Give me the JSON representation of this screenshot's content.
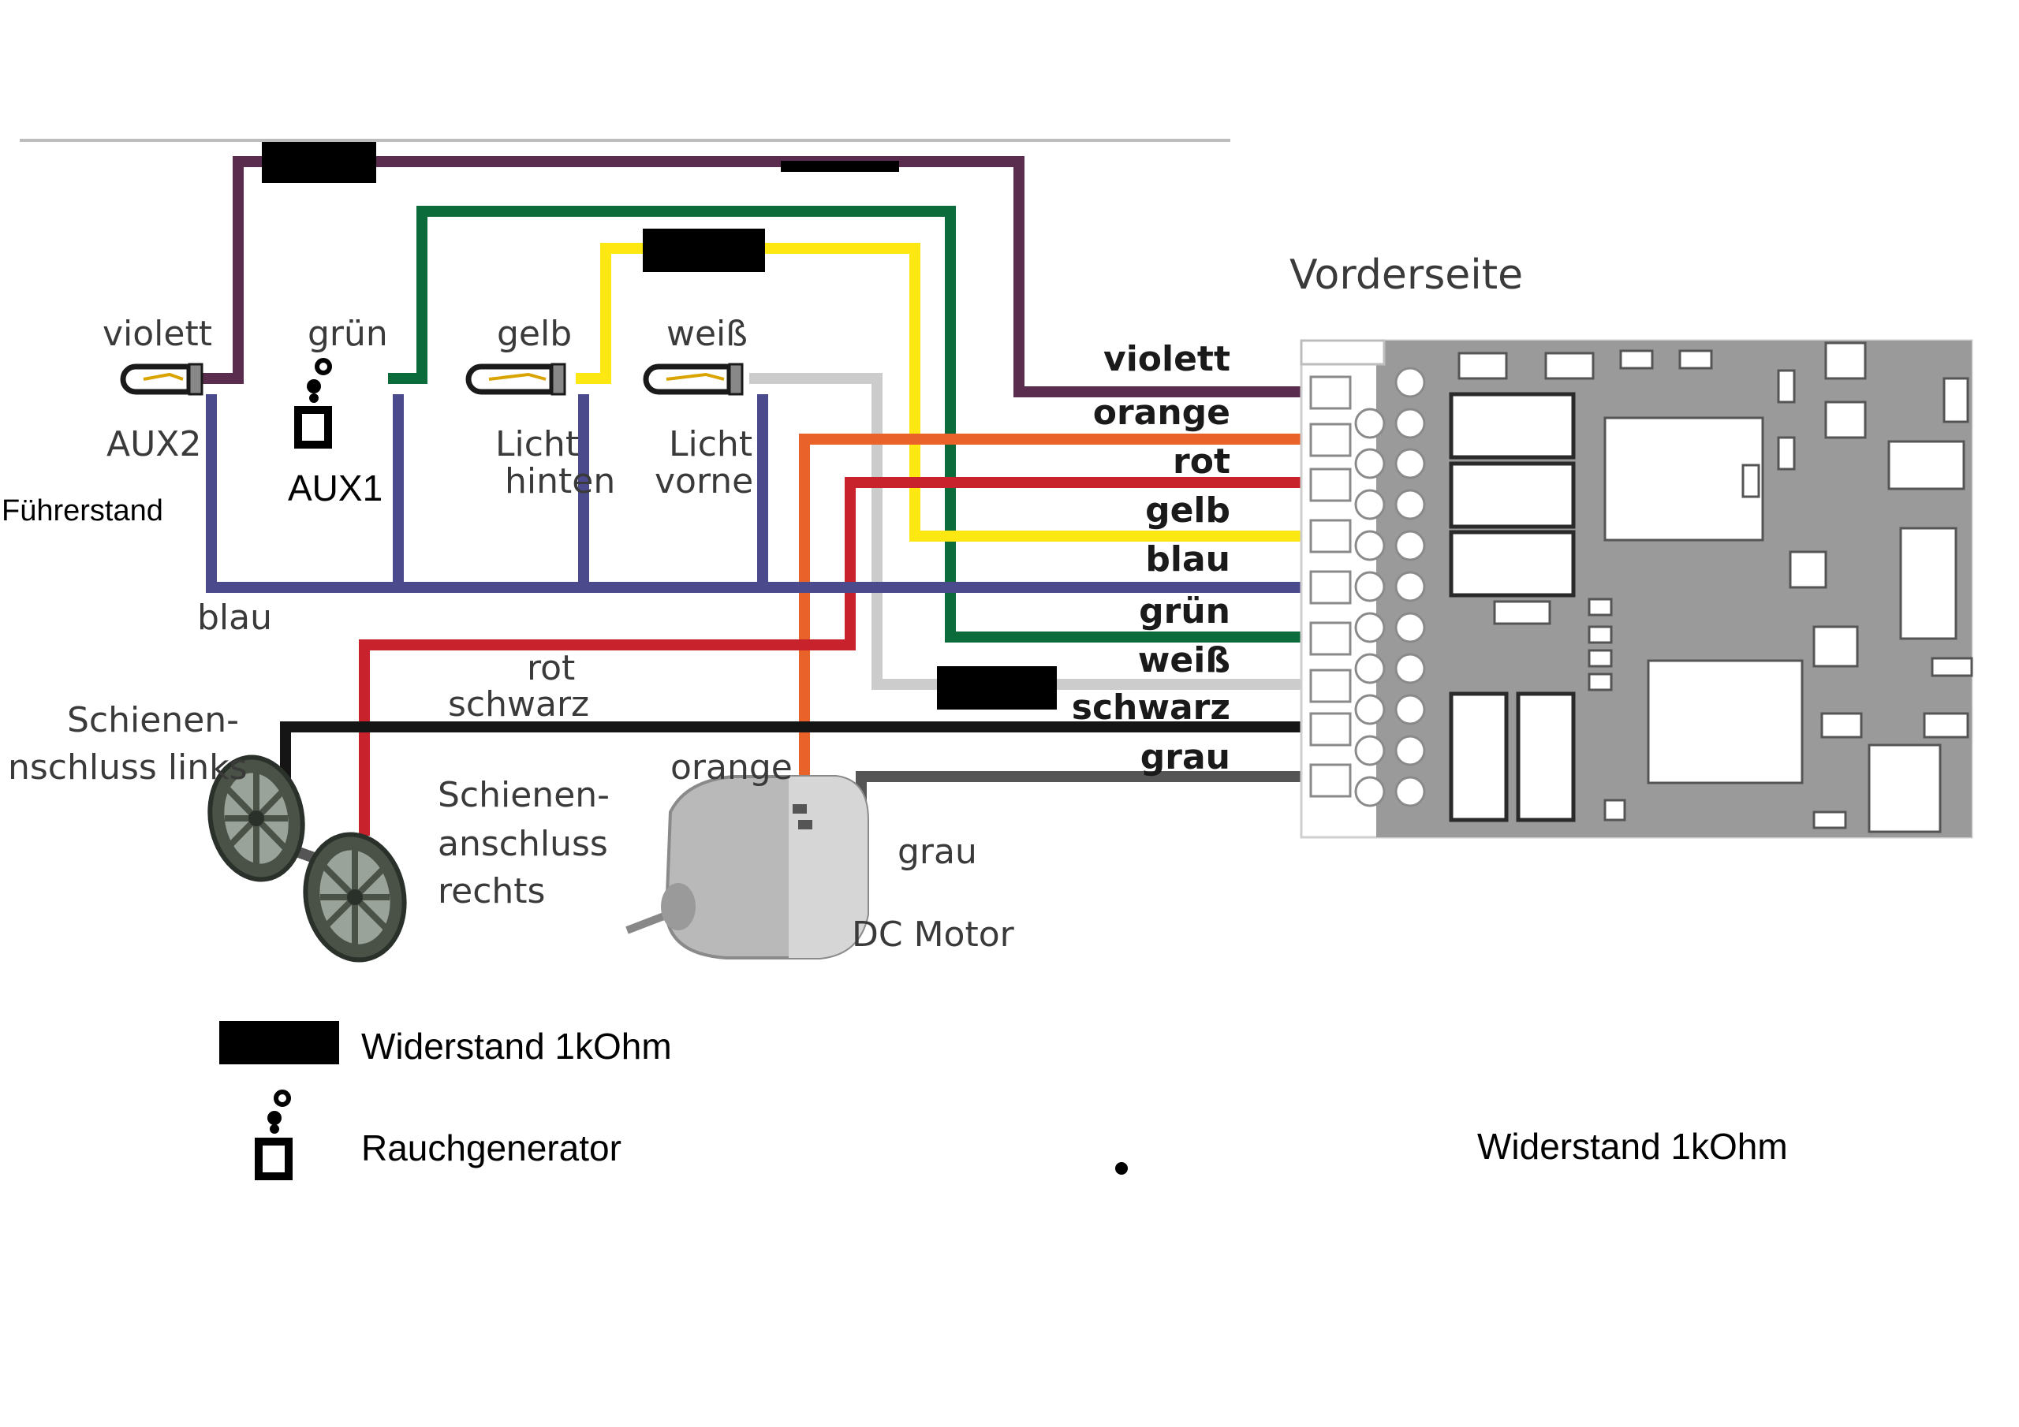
{
  "board": {
    "title": "Vorderseite"
  },
  "pins": [
    "violett",
    "orange",
    "rot",
    "gelb",
    "blau",
    "grün",
    "weiß",
    "schwarz",
    "grau"
  ],
  "lamps": [
    {
      "wire": "violett",
      "caption": "AUX2"
    },
    {
      "wire": "gelb",
      "caption_line1": "Licht",
      "caption_line2": "hinten"
    },
    {
      "wire": "weiß",
      "caption_line1": "Licht",
      "caption_line2": "vorne"
    }
  ],
  "aux1": {
    "wire": "grün",
    "caption": "AUX1"
  },
  "labels": {
    "fuehrerstand": "Führerstand",
    "blau": "blau",
    "rot": "rot",
    "schwarz": "schwarz",
    "rail_left_1": "Schienen-",
    "rail_left_2": "nschluss links",
    "rail_right_1": "Schienen-",
    "rail_right_2": "anschluss",
    "rail_right_3": "rechts",
    "orange": "orange",
    "grau": "grau",
    "motor": "DC Motor"
  },
  "legend": {
    "resistor": "Widerstand 1kOhm",
    "smoke": "Rauchgenerator",
    "resistor_right": "Widerstand 1kOhm"
  },
  "colors": {
    "violett": "#5a2d4e",
    "gruen": "#0b6b3a",
    "gelb": "#ffe812",
    "weiss": "#cccccc",
    "orange": "#e8622a",
    "rot": "#c8222c",
    "blau": "#4a4a8c",
    "schwarz": "#151515",
    "grau": "#555555",
    "pcb": "#9a9a9a"
  }
}
